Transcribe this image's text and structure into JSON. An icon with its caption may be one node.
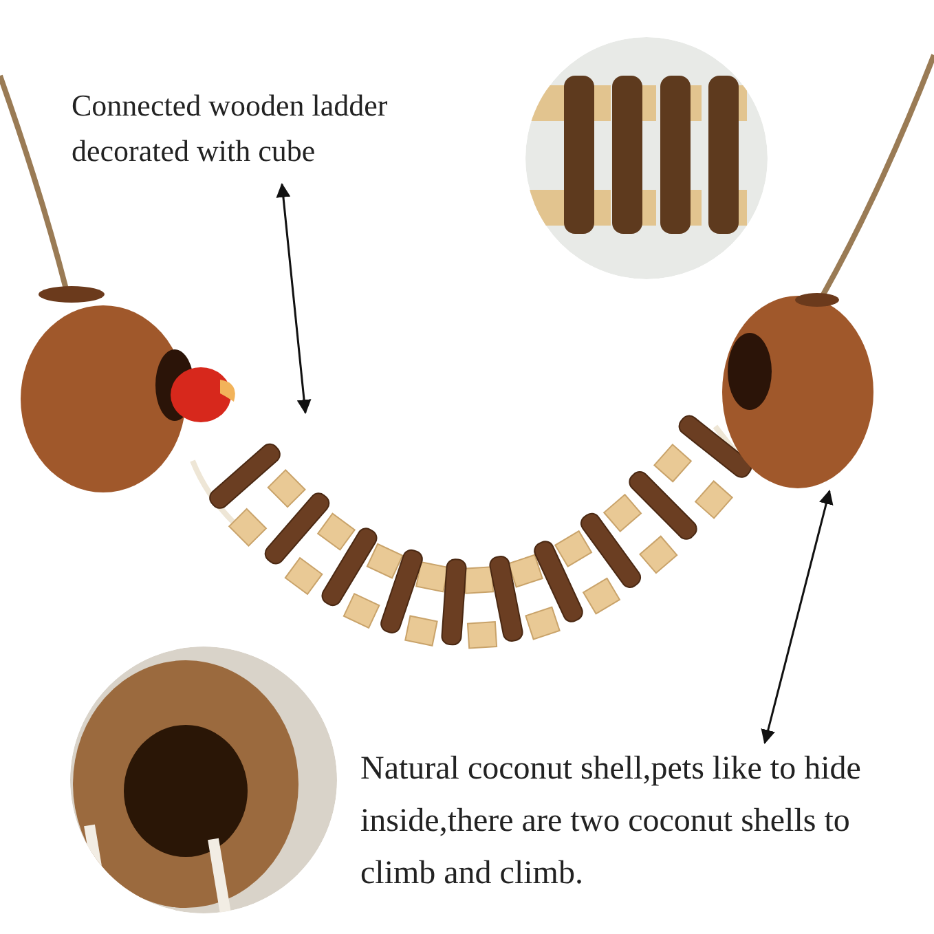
{
  "diagram": {
    "nodes": [
      {
        "text": [
          "Connected wooden ladder decorated with cube"
        ]
      },
      {
        "text": [],
        "shape": "picture"
      },
      {
        "text": [
          "Natural coconut shell,pets like to hide inside,there are two coconut shells to climb and climb."
        ]
      },
      {
        "text": [],
        "shape": "picture"
      }
    ],
    "edges": [
      {
        "from": 0,
        "to": 1,
        "arrow": "both"
      },
      {
        "from": 2,
        "to": 3,
        "arrow": "both"
      }
    ]
  }
}
